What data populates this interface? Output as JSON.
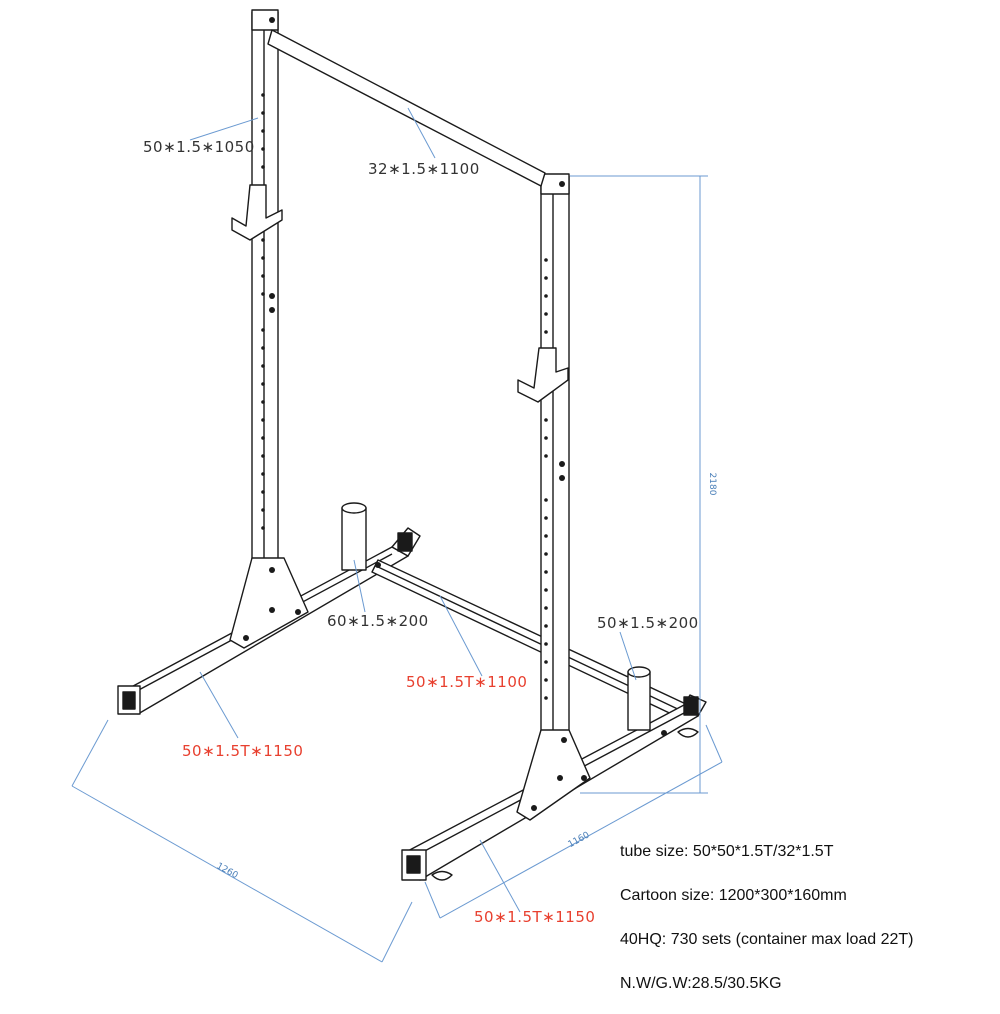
{
  "labels": {
    "upright": "50∗1.5∗1050",
    "top_bar": "32∗1.5∗1100",
    "left_holder": "60∗1.5∗200",
    "right_holder": "50∗1.5∗200",
    "cross_bar": "50∗1.5T∗1100",
    "left_base": "50∗1.5T∗1150",
    "right_base": "50∗1.5T∗1150"
  },
  "dimensions": {
    "height": "2180",
    "depth_left": "1260",
    "depth_right": "1160"
  },
  "specs": {
    "tube_size": "tube size:  50*50*1.5T/32*1.5T",
    "carton_size": "Cartoon size: 1200*300*160mm",
    "container": "40HQ:  730 sets (container max load 22T)",
    "weight": "N.W/G.W:28.5/30.5KG"
  },
  "colors": {
    "line": "#1a1a1a",
    "dimension": "#6b9ad1",
    "red_label": "#e8402f"
  }
}
